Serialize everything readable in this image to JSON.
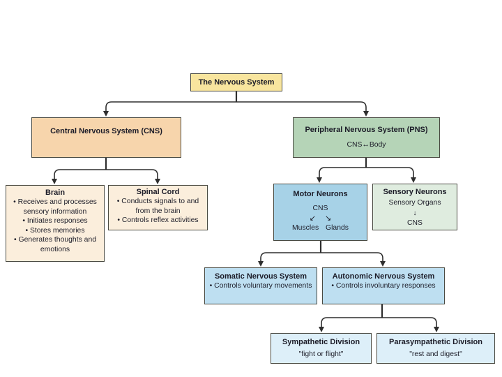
{
  "colors": {
    "root_fill": "#F8E59E",
    "cns_fill": "#F7D5AC",
    "pns_fill": "#B5D4B7",
    "cream_fill": "#FBEEDC",
    "motor_fill": "#A7D2E7",
    "sensory_fill": "#DFECDF",
    "mid_blue_fill": "#BEDFF1",
    "light_blue_fill": "#DDEFF9",
    "border": "#4A4A42",
    "line": "#2E2E2E",
    "text": "#1C1C28"
  },
  "nodes": {
    "root": {
      "title": "The Nervous System"
    },
    "cns": {
      "title": "Central Nervous System (CNS)"
    },
    "pns": {
      "title": "Peripheral Nervous System (PNS)",
      "subtitle": "CNS↔Body"
    },
    "brain": {
      "title": "Brain",
      "bullets": [
        "• Receives and processes sensory information",
        "• Initiates responses",
        "• Stores memories",
        "• Generates thoughts and emotions"
      ]
    },
    "spinal_cord": {
      "title": "Spinal Cord",
      "bullets": [
        "• Conducts signals to and from the brain",
        "• Controls reflex activities"
      ]
    },
    "motor_neurons": {
      "title": "Motor Neurons",
      "source": "CNS",
      "split_arrows": "↙ ↘",
      "targets": "Muscles Glands"
    },
    "sensory_neurons": {
      "title": "Sensory Neurons",
      "source": "Sensory Organs",
      "down_arrow": "↓",
      "target": "CNS"
    },
    "somatic": {
      "title": "Somatic Nervous System",
      "bullets": [
        "• Controls voluntary movements"
      ]
    },
    "autonomic": {
      "title": "Autonomic Nervous System",
      "bullets": [
        "• Controls involuntary responses"
      ]
    },
    "sympathetic": {
      "title": "Sympathetic Division",
      "subtitle": "\"fight or flight\""
    },
    "parasympathetic": {
      "title": "Parasympathetic Division",
      "subtitle": "\"rest and digest\""
    }
  }
}
